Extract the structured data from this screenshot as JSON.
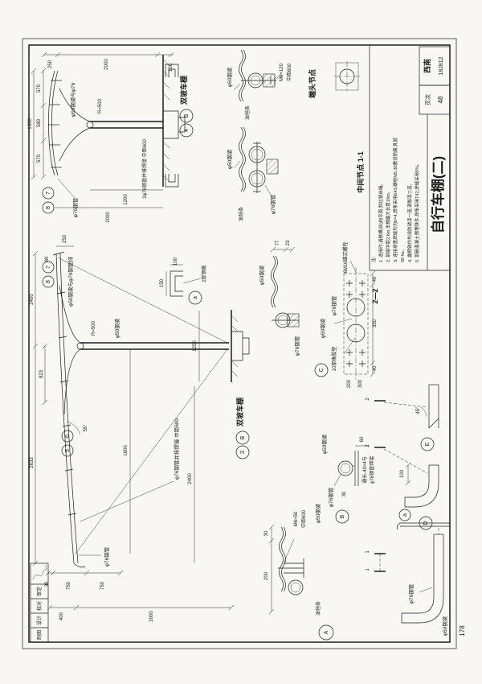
{
  "page": {
    "number": "178"
  },
  "title_block": {
    "region": "西南",
    "code": "18J812",
    "sheet_label": "页次",
    "sheet_no": "48",
    "title": "自行车棚(二)",
    "section_ref": "2—2",
    "notes": [
      "注:",
      "1. 选用时,请核横(纵)向平面,斜拉钢丝绳。",
      "2. 钢梁中距2.6m,车棚最大长度18m。",
      "3. 连接承重焊缝均为h=4,焊条采用E43,螺栓M5.30敷设防腐,乳胶",
      "50 №。",
      "4. 露明铁件均涂防锈漆一道,调和漆二道。",
      "5. 钢筋混凝土预埋铁件,焊条采用T42,焊缝采用5%。"
    ]
  },
  "stamps": {
    "s1": "审定",
    "s2": "校对",
    "s3": "设计",
    "s4": "制图"
  },
  "d1": {
    "title": "双坡车棚",
    "ref_num": "4",
    "ref_letter": "B",
    "dim_total": "1350",
    "seg1": "570",
    "seg2": "580",
    "seg3": "570",
    "top1": "250",
    "top2": "2000",
    "top3": "100",
    "dim_1200": "1200",
    "dim_2000": "2000",
    "radius": "R=500",
    "lbl_beam": "φ50钢梁与φ76",
    "lbl_pipe": "φ76钢管",
    "lbl_pair": "2φ76钢管并排焊接 中距600",
    "ref7": "7",
    "ref8": "8"
  },
  "d2": {
    "title": "端头节点",
    "lbl_bolt": "M6×120",
    "lbl_spacing": "中距600",
    "lbl_beam": "φ50钢梁",
    "lbl_felt": "油毡条"
  },
  "d3": {
    "title": "中间节点 1-1",
    "lbl_beam": "φ50钢梁",
    "lbl_pipe": "φ76钢管",
    "lbl_felt": "油毡条"
  },
  "d4": {
    "title": "双坡车棚",
    "ref_num": "3",
    "ref_letter": "B",
    "dim_2400a": "2400",
    "dim_823": "823",
    "dim_2633": "2633",
    "dim_30": "30",
    "dim_750a": "750",
    "dim_750b": "750",
    "dim_1600": "1600",
    "dim_1250": "1250",
    "dim_2400b": "2400",
    "dim_400": "400",
    "dim_2000": "2000",
    "dim_250": "250",
    "dim_80": "80",
    "radius": "R=500",
    "angle": "55°",
    "dim_150": "150",
    "dim_100": "100",
    "lbl_beamrow": "φ50钢梁与φ76钢管排",
    "lbl_beam": "φ50钢梁",
    "lbl_piperow": "φ76钢管并排焊接 中距600",
    "lbl_pipe": "φ76钢管",
    "lbl_plate": "2厚钢板",
    "ref5": "5",
    "ref6": "6",
    "ref7": "7",
    "ref8": "8",
    "ref_a": "a"
  },
  "d5": {
    "ref": "C",
    "lbl_bolt": "6M16蝶式螺栓",
    "lbl_pad": "10厚橡胶垫",
    "lbl_pipe": "φ76钢管",
    "lbl_beam": "φ50钢梁",
    "lbl_beam2": "φ50钢梁",
    "lbl_pipe2": "φ76钢管",
    "dim_77": "77",
    "dim_23": "23",
    "dim_40a": "40",
    "dim_350": "350",
    "dim_40b": "40",
    "dim_200": "200",
    "dim_300": "300"
  },
  "d6": {
    "ref_d": "D",
    "ref_e": "E",
    "angle": "45°",
    "dim_100": "100",
    "sec2a": "2",
    "sec2b": "2"
  },
  "d7": {
    "ref": "A",
    "lbl_bolt": "M6×50",
    "lbl_spacing": "中距600",
    "lbl_beam": "φ50钢梁",
    "lbl_felt": "油毡条",
    "dim_30": "30",
    "dim_200": "200",
    "sec1a": "1",
    "sec1b": "1"
  },
  "d8": {
    "ref": "B",
    "lbl_bar1": "通长-40×4与",
    "lbl_bar2": "φ76钢管焊接",
    "lbl_pipe": "φ76钢管",
    "lbl_beam": "φ50钢梁",
    "dim_60": "60",
    "dim_30": "30"
  },
  "d9": {
    "lbl_pipe": "φ76钢管",
    "lbl_beam": "φ50钢梁",
    "ref_a": "a"
  }
}
